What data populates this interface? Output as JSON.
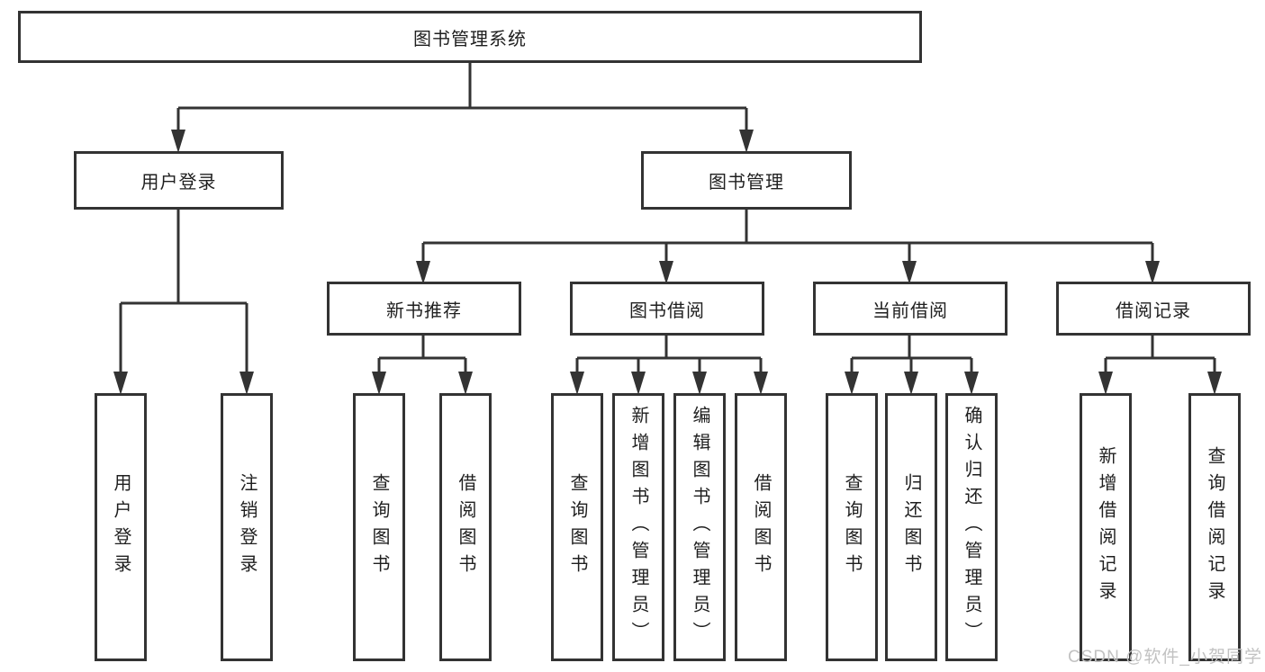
{
  "diagram_title": "图书管理系统",
  "tree": {
    "root": {
      "label": "图书管理系统"
    },
    "branches": [
      {
        "label": "用户登录",
        "leaves": [
          {
            "label": "用户登录"
          },
          {
            "label": "注销登录"
          }
        ]
      },
      {
        "label": "图书管理",
        "groups": [
          {
            "label": "新书推荐",
            "leaves": [
              {
                "label": "查询图书"
              },
              {
                "label": "借阅图书"
              }
            ]
          },
          {
            "label": "图书借阅",
            "leaves": [
              {
                "label": "查询图书"
              },
              {
                "label": "新增图书（管理员）"
              },
              {
                "label": "编辑图书（管理员）"
              },
              {
                "label": "借阅图书"
              }
            ]
          },
          {
            "label": "当前借阅",
            "leaves": [
              {
                "label": "查询图书"
              },
              {
                "label": "归还图书"
              },
              {
                "label": "确认归还（管理员）"
              }
            ]
          },
          {
            "label": "借阅记录",
            "leaves": [
              {
                "label": "新增借阅记录"
              },
              {
                "label": "查询借阅记录"
              }
            ]
          }
        ]
      }
    ]
  },
  "watermark": "CSDN @软件_小贺同学",
  "colors": {
    "line": "#333333",
    "border": "#333333",
    "text": "#1f1f1f",
    "watermark": "#c2c2c2",
    "background": "#ffffff"
  }
}
